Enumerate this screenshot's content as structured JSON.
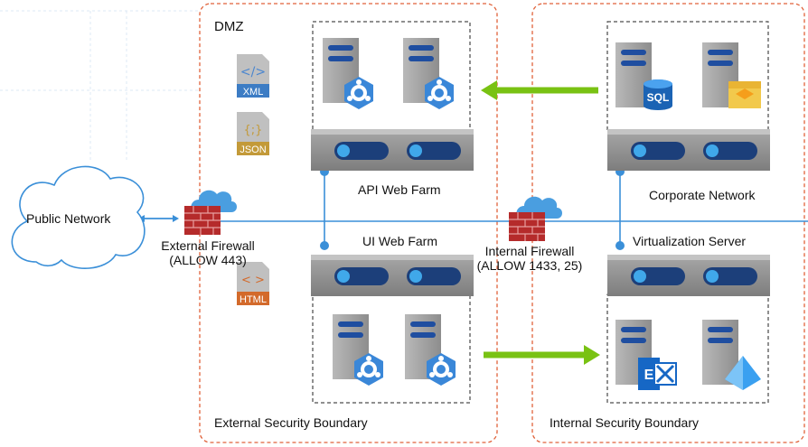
{
  "zones": {
    "dmz_label": "DMZ",
    "external_boundary_label": "External Security Boundary",
    "internal_boundary_label": "Internal Security Boundary"
  },
  "nodes": {
    "public_network": "Public Network",
    "external_firewall_line1": "External Firewall",
    "external_firewall_line2": "(ALLOW 443)",
    "internal_firewall_line1": "Internal Firewall",
    "internal_firewall_line2": "(ALLOW 1433, 25)",
    "api_web_farm": "API Web Farm",
    "ui_web_farm": "UI Web Farm",
    "corporate_network": "Corporate Network",
    "virtualization_server": "Virtualization Server"
  },
  "file_icons": {
    "xml": "XML",
    "json": "JSON",
    "html": "HTML",
    "json_glyph": "{;}",
    "code_glyph": "</>",
    "html_glyph": "< >"
  },
  "icon_text": {
    "sql": "SQL"
  },
  "colors": {
    "boundary": "#e0623a",
    "connector": "#3a8fd8",
    "arrow": "#79c213",
    "switch": "#909090",
    "server": "#aaaaaa",
    "file_icon": "#b8b8b8",
    "firewall": "#b52b2b"
  }
}
